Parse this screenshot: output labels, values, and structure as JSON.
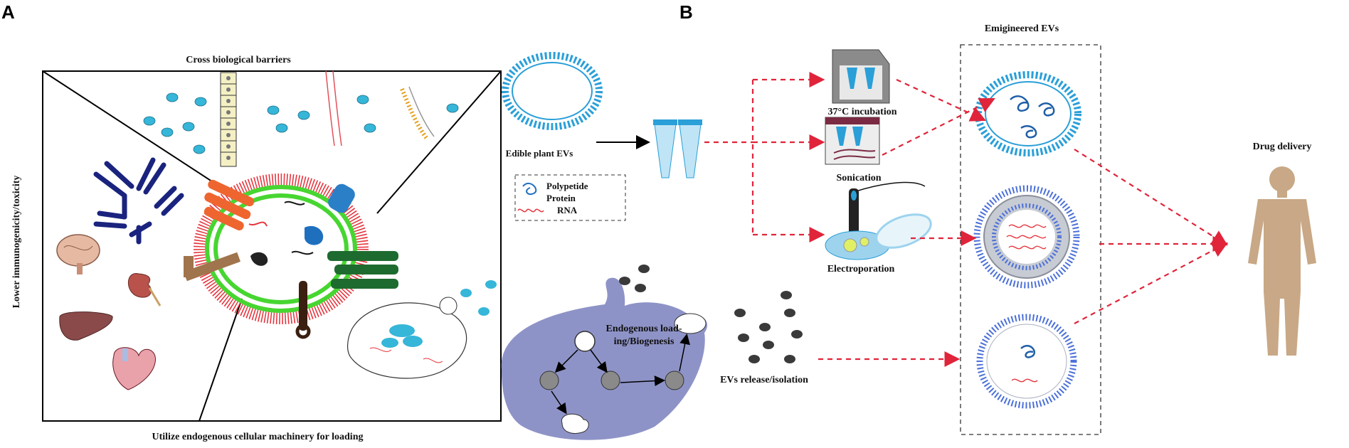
{
  "panel_a": {
    "letter": "A",
    "top_label": "Cross biological barriers",
    "left_label": "Lower immunogenicity/toxicity",
    "bottom_label": "Utilize endogenous cellular machinery for loading"
  },
  "panel_b": {
    "letter": "B",
    "edible_label": "Edible plant EVs",
    "legend": {
      "polypeptide": "Polypetide",
      "protein": "Protein",
      "rna": "RNA"
    },
    "incubation_label": "37°C incubation",
    "sonication_label": "Sonication",
    "electroporation_label": "Electroporation",
    "engineered_title": "Emigineered EVs",
    "drug_label": "Drug delivery",
    "endogenous_line1": "Endogenous load-",
    "endogenous_line2": "ing/Biogenesis",
    "release_label": "EVs release/isolation"
  },
  "colors": {
    "arrow": "#e0243a",
    "membrane_blue": "#2a9fd8",
    "membrane_green": "#47d631",
    "cell_purple": "#8e93c7",
    "human": "#c8a886"
  }
}
